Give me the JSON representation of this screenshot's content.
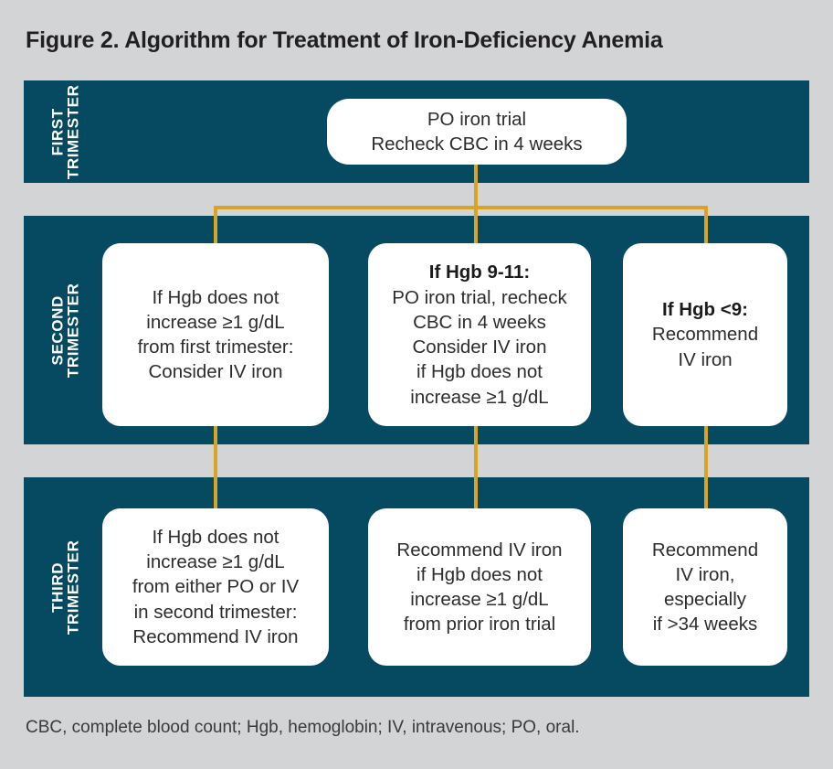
{
  "figure": {
    "title": "Figure 2. Algorithm for Treatment of Iron-Deficiency Anemia",
    "footnote": "CBC, complete blood count; Hgb, hemoglobin; IV, intravenous; PO, oral.",
    "colors": {
      "background": "#d2d4d6",
      "band": "#064a61",
      "node": "#ffffff",
      "connector": "#d9a425",
      "title_text": "#221f20",
      "node_text": "#2d2d2d",
      "band_label_text": "#ffffff"
    }
  },
  "bands": {
    "first": {
      "label_line1": "FIRST",
      "label_line2": "TRIMESTER"
    },
    "second": {
      "label_line1": "SECOND",
      "label_line2": "TRIMESTER"
    },
    "third": {
      "label_line1": "THIRD",
      "label_line2": "TRIMESTER"
    }
  },
  "nodes": {
    "first_trimester": {
      "line1": "PO iron trial",
      "line2": "Recheck CBC in 4 weeks"
    },
    "second_left": {
      "line1": "If Hgb does not",
      "line2": "increase ≥1 g/dL",
      "line3": "from first trimester:",
      "line4": "Consider IV iron"
    },
    "second_middle": {
      "lead": "If Hgb 9-11:",
      "line1": "PO iron trial, recheck",
      "line2": "CBC in 4 weeks",
      "line3": "Consider IV iron",
      "line4": "if Hgb does not",
      "line5": "increase ≥1 g/dL"
    },
    "second_right": {
      "lead": "If Hgb <9:",
      "line1": "Recommend",
      "line2": "IV iron"
    },
    "third_left": {
      "line1": "If Hgb does not",
      "line2": "increase ≥1 g/dL",
      "line3": "from either PO or IV",
      "line4": "in second trimester:",
      "line5": "Recommend IV iron"
    },
    "third_middle": {
      "line1": "Recommend IV iron",
      "line2": "if Hgb does not",
      "line3": "increase ≥1 g/dL",
      "line4": "from prior iron trial"
    },
    "third_right": {
      "line1": "Recommend",
      "line2": "IV iron,",
      "line3": "especially",
      "line4": "if >34 weeks"
    }
  }
}
